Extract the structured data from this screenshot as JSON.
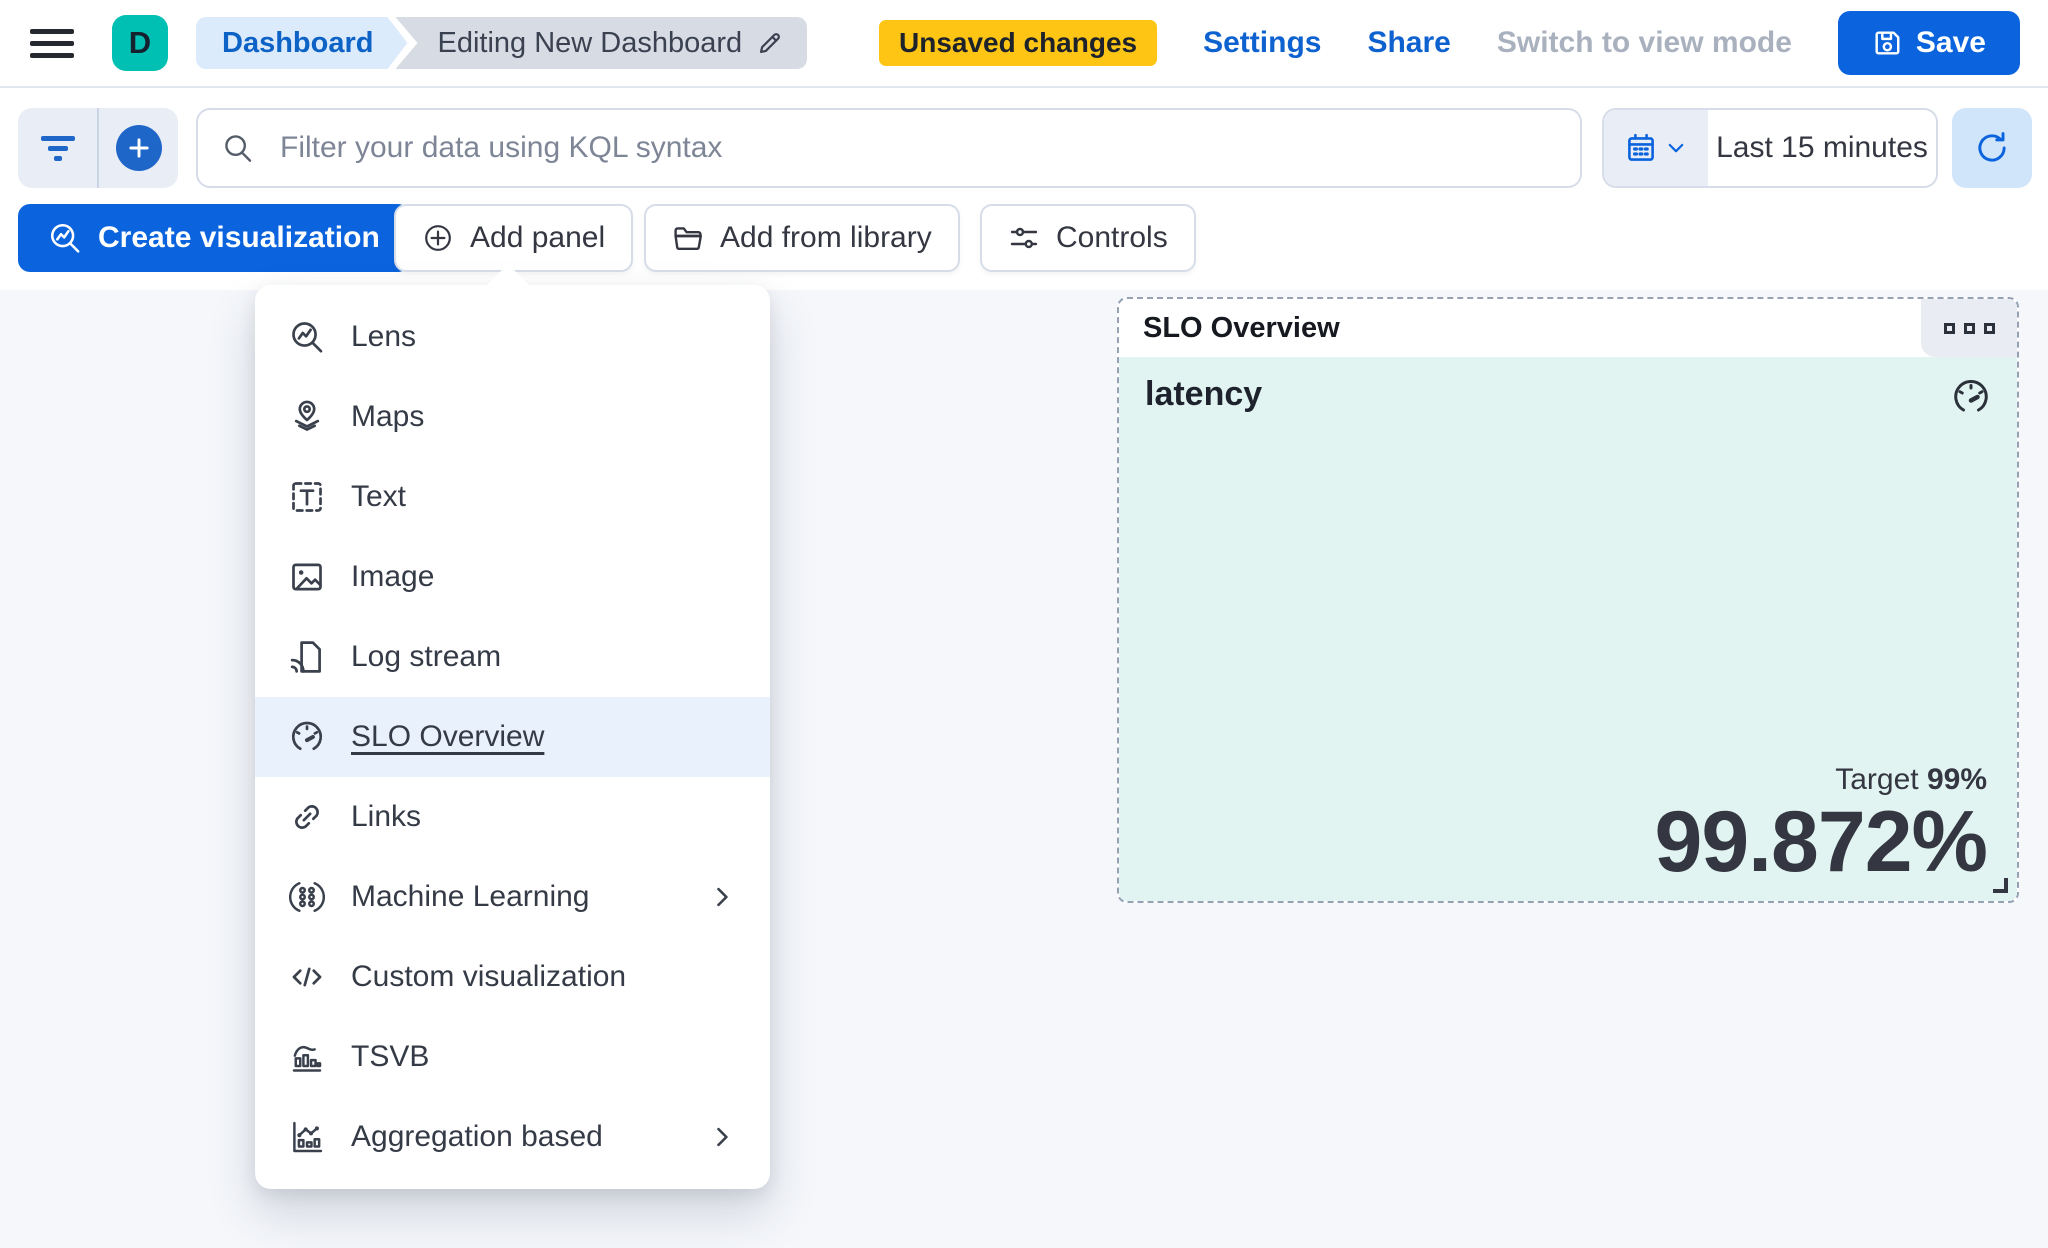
{
  "header": {
    "logo_initial": "D",
    "breadcrumbs": {
      "root": "Dashboard",
      "current": "Editing New Dashboard"
    },
    "unsaved_badge": "Unsaved changes",
    "settings_label": "Settings",
    "share_label": "Share",
    "switch_view_label": "Switch to view mode",
    "save_label": "Save"
  },
  "toolbar": {
    "kql_placeholder": "Filter your data using KQL syntax",
    "time_range": "Last 15 minutes"
  },
  "actions_bar": {
    "create_visualization": "Create visualization",
    "add_panel": "Add panel",
    "add_from_library": "Add from library",
    "controls": "Controls"
  },
  "menu": {
    "items": [
      {
        "label": "Lens",
        "icon": "lens-icon",
        "selected": false,
        "has_submenu": false
      },
      {
        "label": "Maps",
        "icon": "maps-icon",
        "selected": false,
        "has_submenu": false
      },
      {
        "label": "Text",
        "icon": "text-icon",
        "selected": false,
        "has_submenu": false
      },
      {
        "label": "Image",
        "icon": "image-icon",
        "selected": false,
        "has_submenu": false
      },
      {
        "label": "Log stream",
        "icon": "log-stream-icon",
        "selected": false,
        "has_submenu": false
      },
      {
        "label": "SLO Overview",
        "icon": "gauge-icon",
        "selected": true,
        "has_submenu": false
      },
      {
        "label": "Links",
        "icon": "link-icon",
        "selected": false,
        "has_submenu": false
      },
      {
        "label": "Machine Learning",
        "icon": "machine-learning-icon",
        "selected": false,
        "has_submenu": true
      },
      {
        "label": "Custom visualization",
        "icon": "code-icon",
        "selected": false,
        "has_submenu": false
      },
      {
        "label": "TSVB",
        "icon": "tsvb-icon",
        "selected": false,
        "has_submenu": false
      },
      {
        "label": "Aggregation based",
        "icon": "aggregation-icon",
        "selected": false,
        "has_submenu": true
      }
    ]
  },
  "panel": {
    "title": "SLO Overview",
    "slo_name": "latency",
    "target_label": "Target",
    "target_value": "99%",
    "sli_value": "99.872%"
  },
  "colors": {
    "primary": "#0b64dd",
    "warning_badge": "#fec514",
    "brand_teal": "#00bfb3",
    "panel_background": "#e1f4f1",
    "menu_highlight": "#e8f1fc"
  }
}
